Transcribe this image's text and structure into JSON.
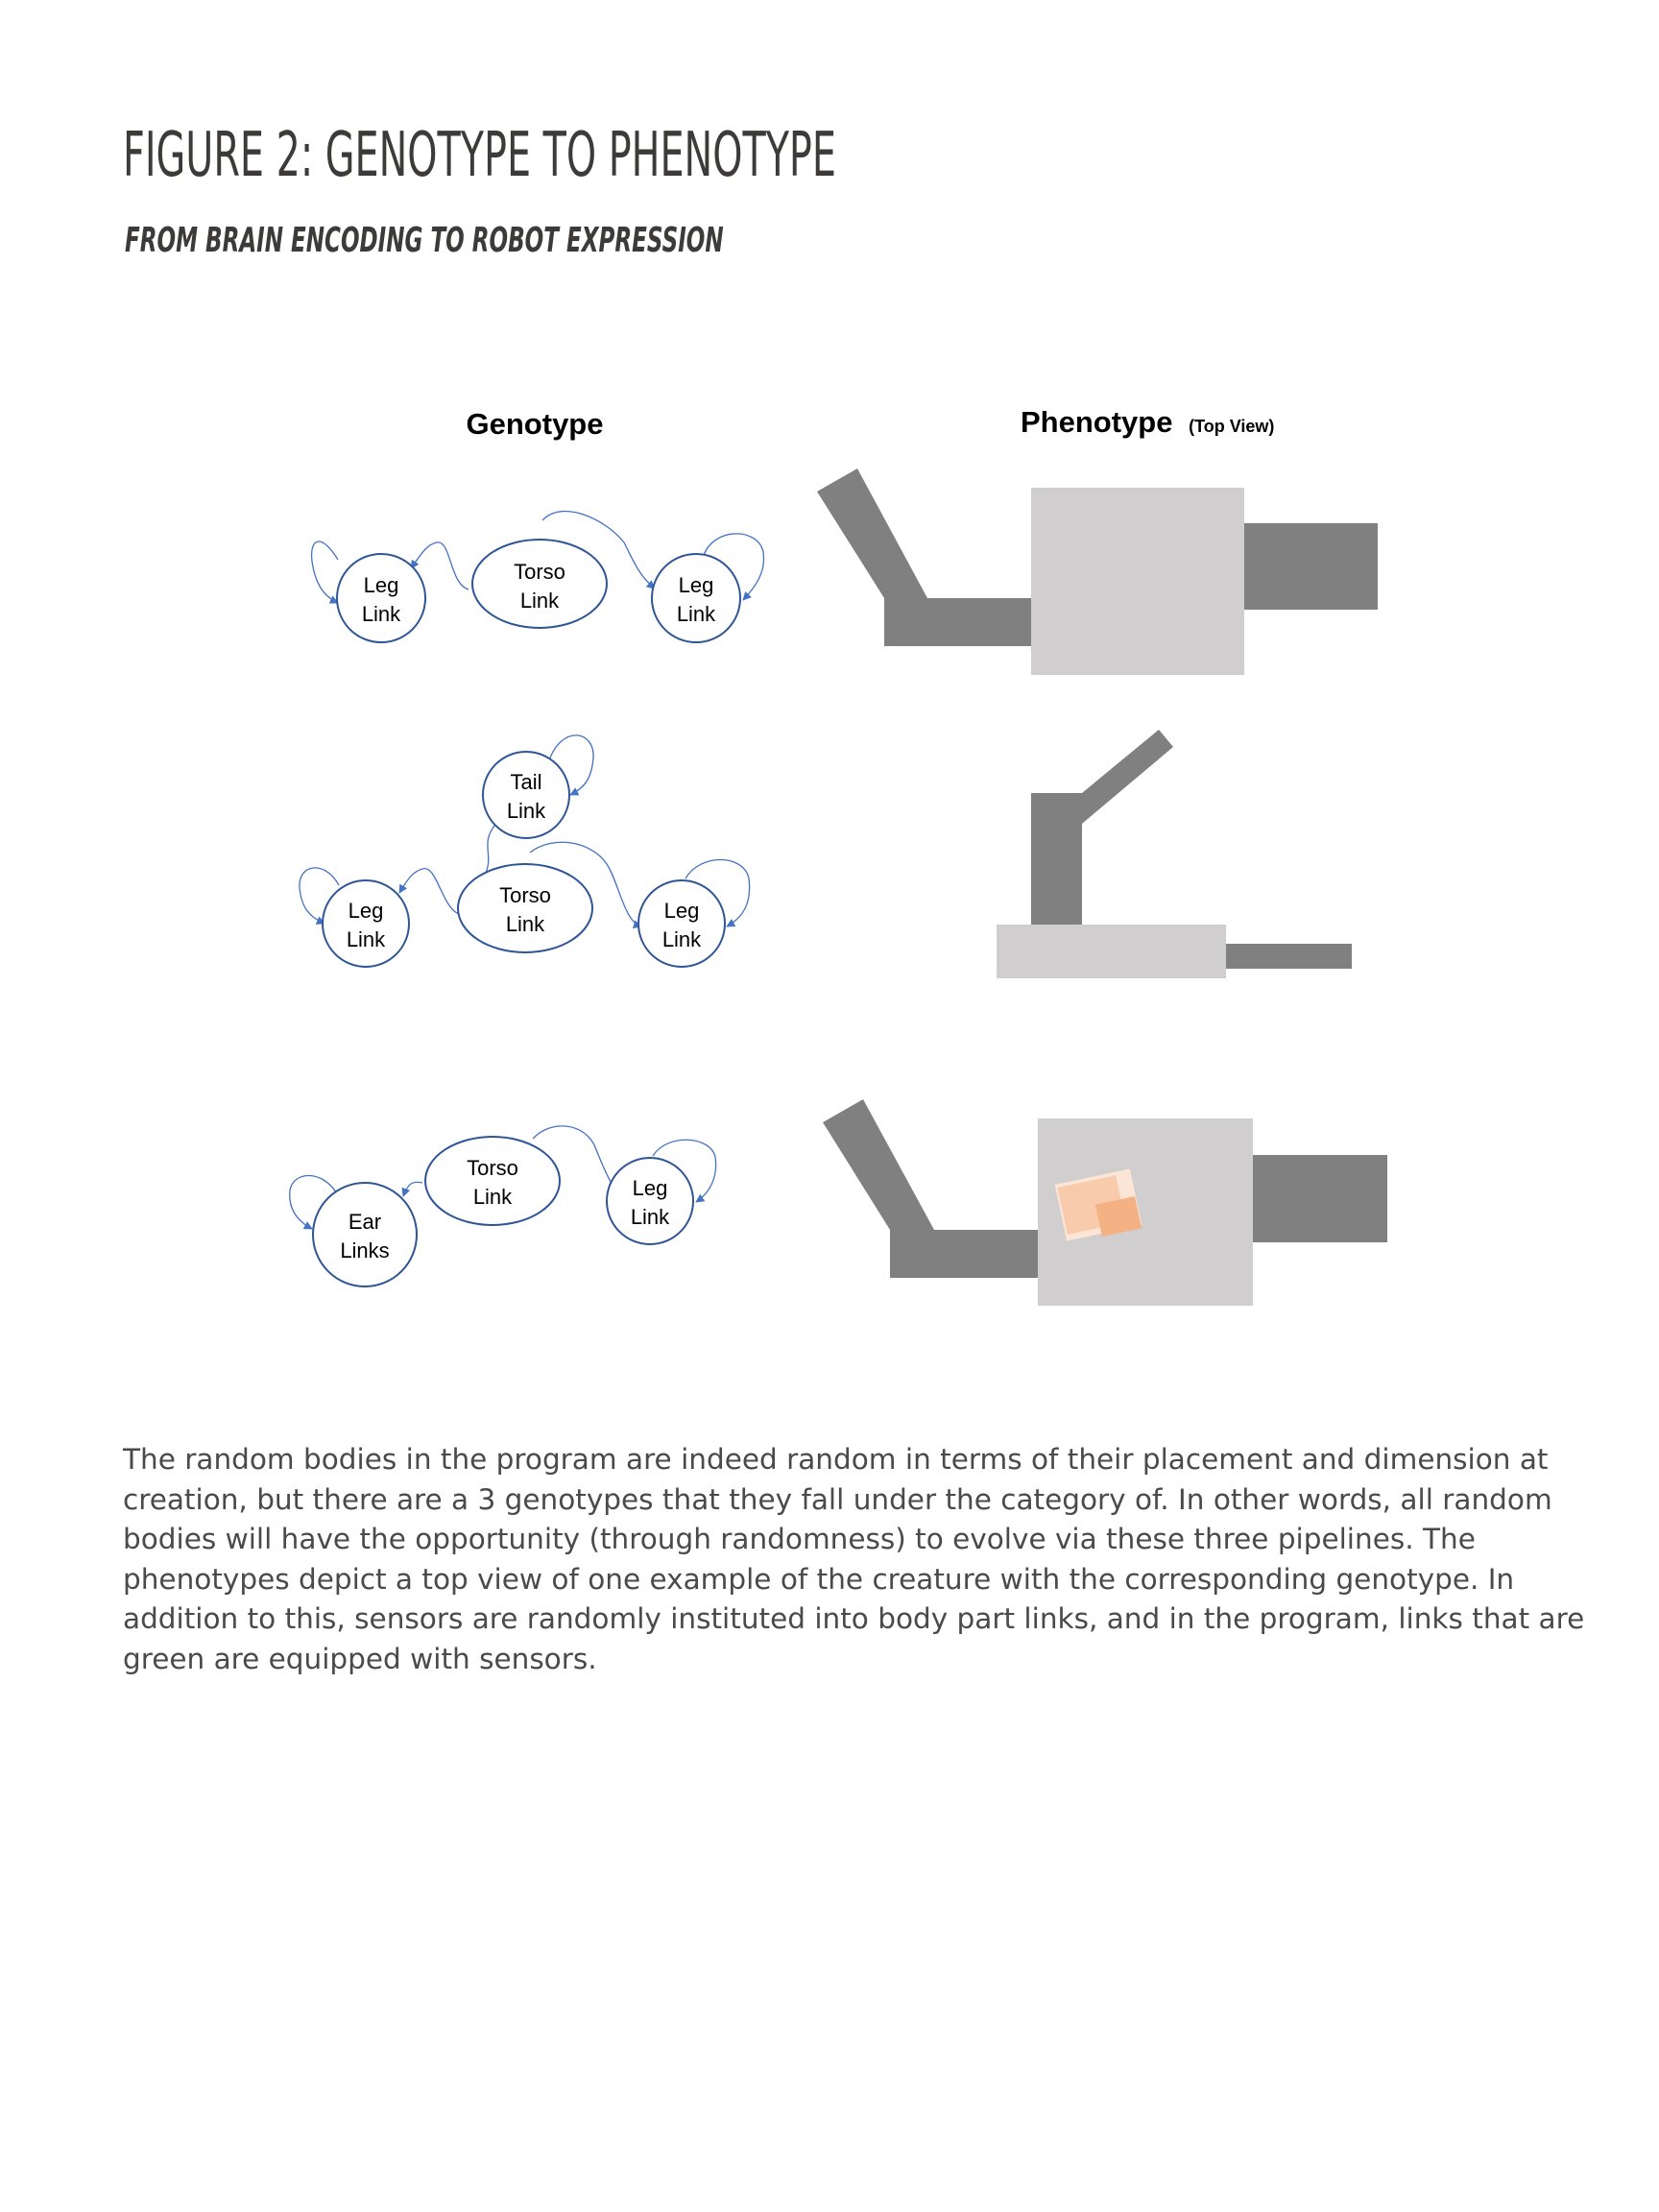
{
  "header": {
    "title": "FIGURE 2: GENOTYPE TO PHENOTYPE",
    "subtitle": "FROM BRAIN  ENCODING TO ROBOT EXPRESSION"
  },
  "figure": {
    "genotype_heading": "Genotype",
    "phenotype_heading": "Phenotype",
    "phenotype_note": "(Top View)",
    "rows": [
      {
        "nodes": [
          {
            "line1": "Leg",
            "line2": "Link"
          },
          {
            "line1": "Torso",
            "line2": "Link"
          },
          {
            "line1": "Leg",
            "line2": "Link"
          }
        ]
      },
      {
        "nodes": [
          {
            "line1": "Tail",
            "line2": "Link"
          },
          {
            "line1": "Leg",
            "line2": "Link"
          },
          {
            "line1": "Torso",
            "line2": "Link"
          },
          {
            "line1": "Leg",
            "line2": "Link"
          }
        ]
      },
      {
        "nodes": [
          {
            "line1": "Ear",
            "line2": "Links"
          },
          {
            "line1": "Torso",
            "line2": "Link"
          },
          {
            "line1": "Leg",
            "line2": "Link"
          }
        ]
      }
    ],
    "colors": {
      "node_stroke": "#2f5597",
      "arrow": "#4472c4",
      "body_light": "#d0cece",
      "limb_dark": "#808080",
      "sensor_light": "#f8cbad",
      "sensor_dark": "#f4b183"
    }
  },
  "body": {
    "paragraph": "The random bodies in the program are indeed random in terms of their placement and dimension at creation, but there are a 3 genotypes that they fall under the category of. In other words, all random bodies will have the opportunity (through randomness) to evolve via these three pipelines. The phenotypes depict a top view of one example of the creature with the corresponding genotype. In addition to this, sensors are randomly instituted into body part links, and in the program, links that are green are equipped with sensors."
  }
}
